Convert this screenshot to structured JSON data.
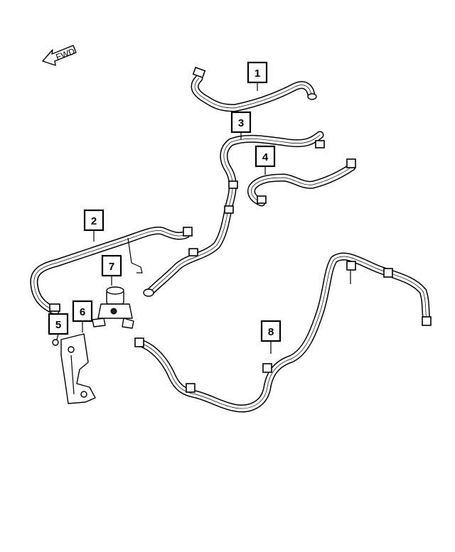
{
  "fwd_indicator": {
    "label": "FWD"
  },
  "callouts": [
    {
      "id": "1",
      "label": "1"
    },
    {
      "id": "2",
      "label": "2"
    },
    {
      "id": "3",
      "label": "3"
    },
    {
      "id": "4",
      "label": "4"
    },
    {
      "id": "5",
      "label": "5"
    },
    {
      "id": "6",
      "label": "6"
    },
    {
      "id": "7",
      "label": "7"
    },
    {
      "id": "8",
      "label": "8"
    }
  ]
}
